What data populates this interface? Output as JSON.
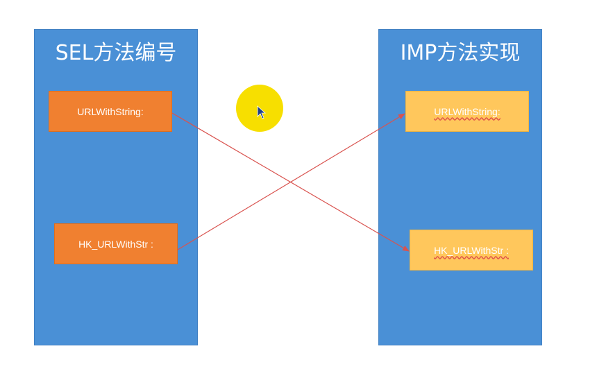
{
  "left_panel": {
    "title": "SEL方法编号",
    "items": [
      {
        "label": "URLWithString:"
      },
      {
        "label": "HK_URLWithStr :"
      }
    ]
  },
  "right_panel": {
    "title": "IMP方法实现",
    "items": [
      {
        "label": "URLWithString:"
      },
      {
        "label": "HK_URLWithStr :"
      }
    ]
  },
  "connections": [
    {
      "from": "SEL: URLWithString:",
      "to": "IMP: HK_URLWithStr :"
    },
    {
      "from": "SEL: HK_URLWithStr :",
      "to": "IMP: URLWithString:"
    }
  ],
  "colors": {
    "panel": "#4a90d6",
    "sel_box": "#f08030",
    "imp_box": "#ffc75c",
    "connector": "#d9534f",
    "cursor_highlight": "#f7df00"
  },
  "icons": {
    "cursor": "cursor-arrow-icon"
  }
}
